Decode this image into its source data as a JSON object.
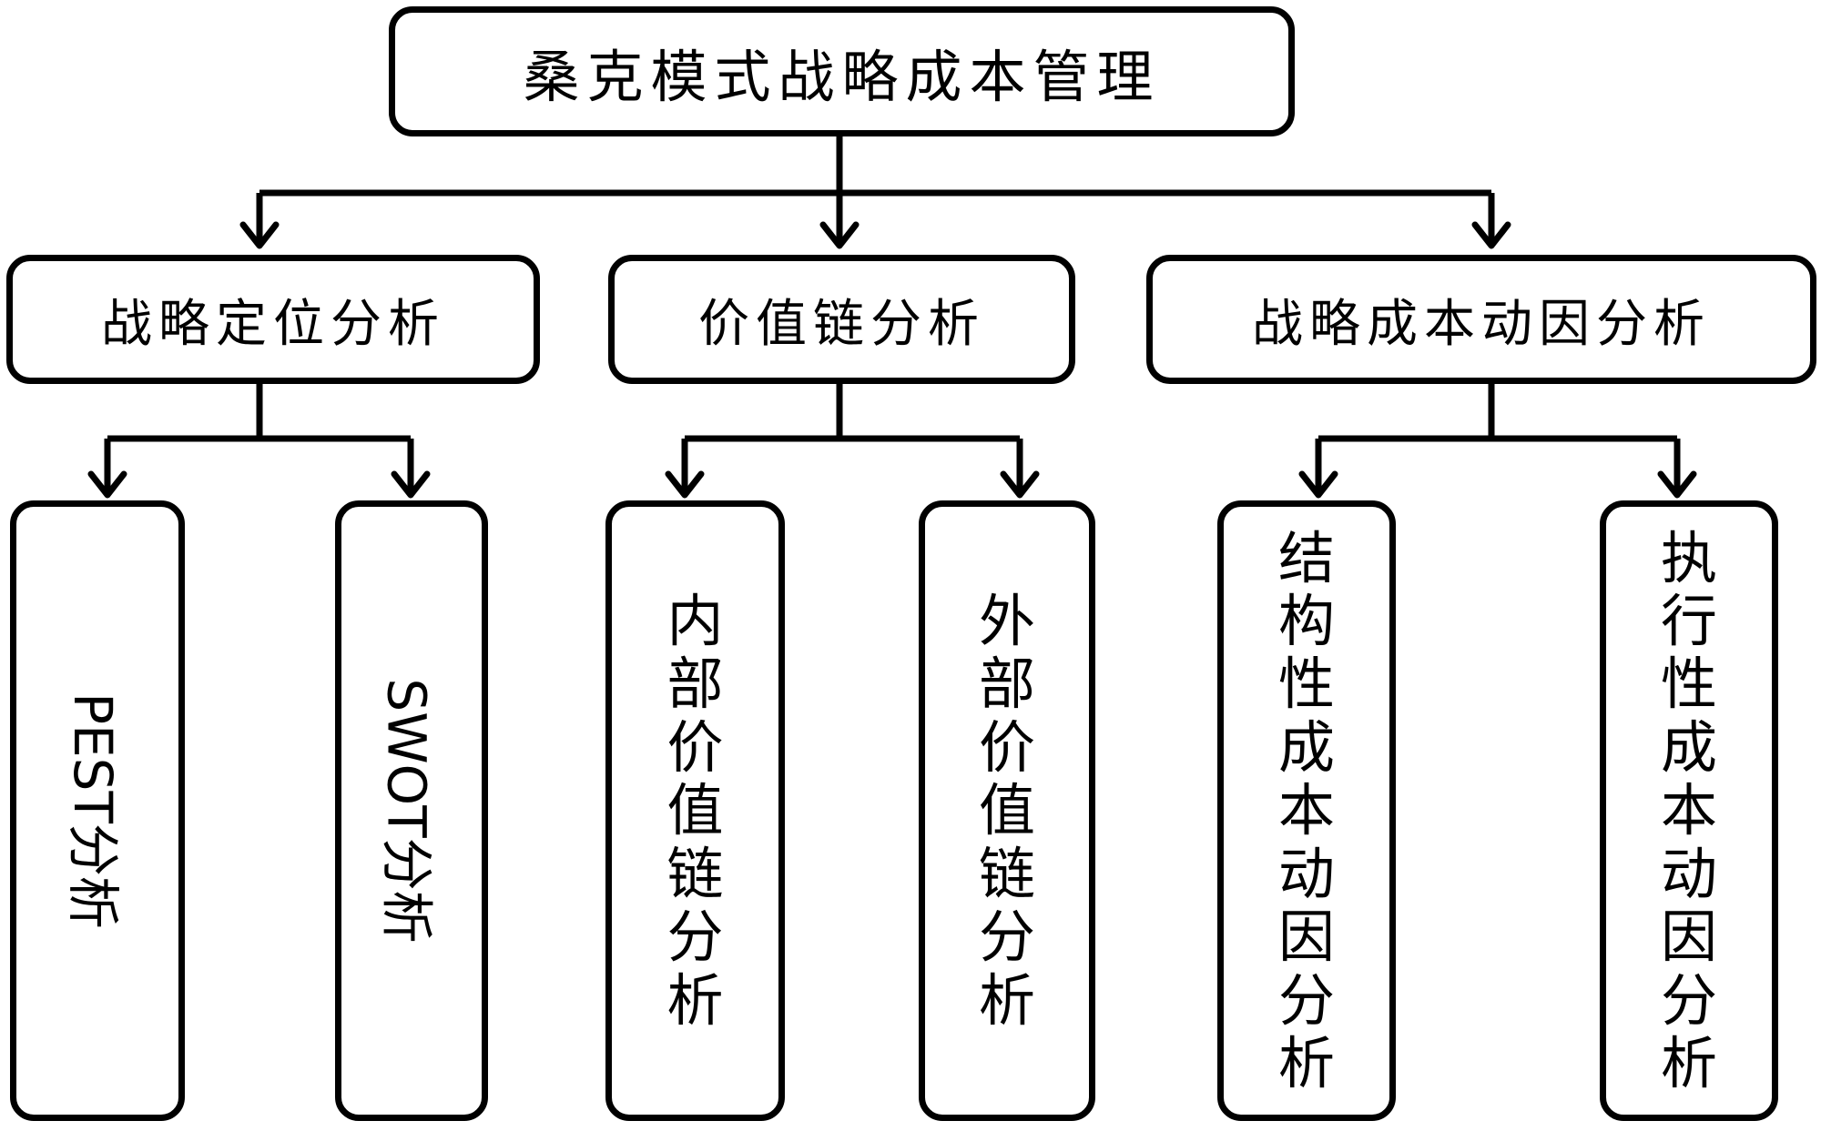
{
  "root": {
    "label": "桑克模式战略成本管理"
  },
  "branches": [
    {
      "label": "战略定位分析",
      "children": [
        {
          "label": "PEST分析",
          "orientation": "rotated"
        },
        {
          "label": "SWOT分析",
          "orientation": "rotated"
        }
      ]
    },
    {
      "label": "价值链分析",
      "children": [
        {
          "label": "内部价值链分析",
          "orientation": "stacked"
        },
        {
          "label": "外部价值链分析",
          "orientation": "stacked"
        }
      ]
    },
    {
      "label": "战略成本动因分析",
      "children": [
        {
          "label": "结构性成本动因分析",
          "orientation": "stacked"
        },
        {
          "label": "执行性成本动因分析",
          "orientation": "stacked"
        }
      ]
    }
  ],
  "colors": {
    "stroke": "#000000",
    "fill": "#ffffff",
    "text": "#000000"
  }
}
